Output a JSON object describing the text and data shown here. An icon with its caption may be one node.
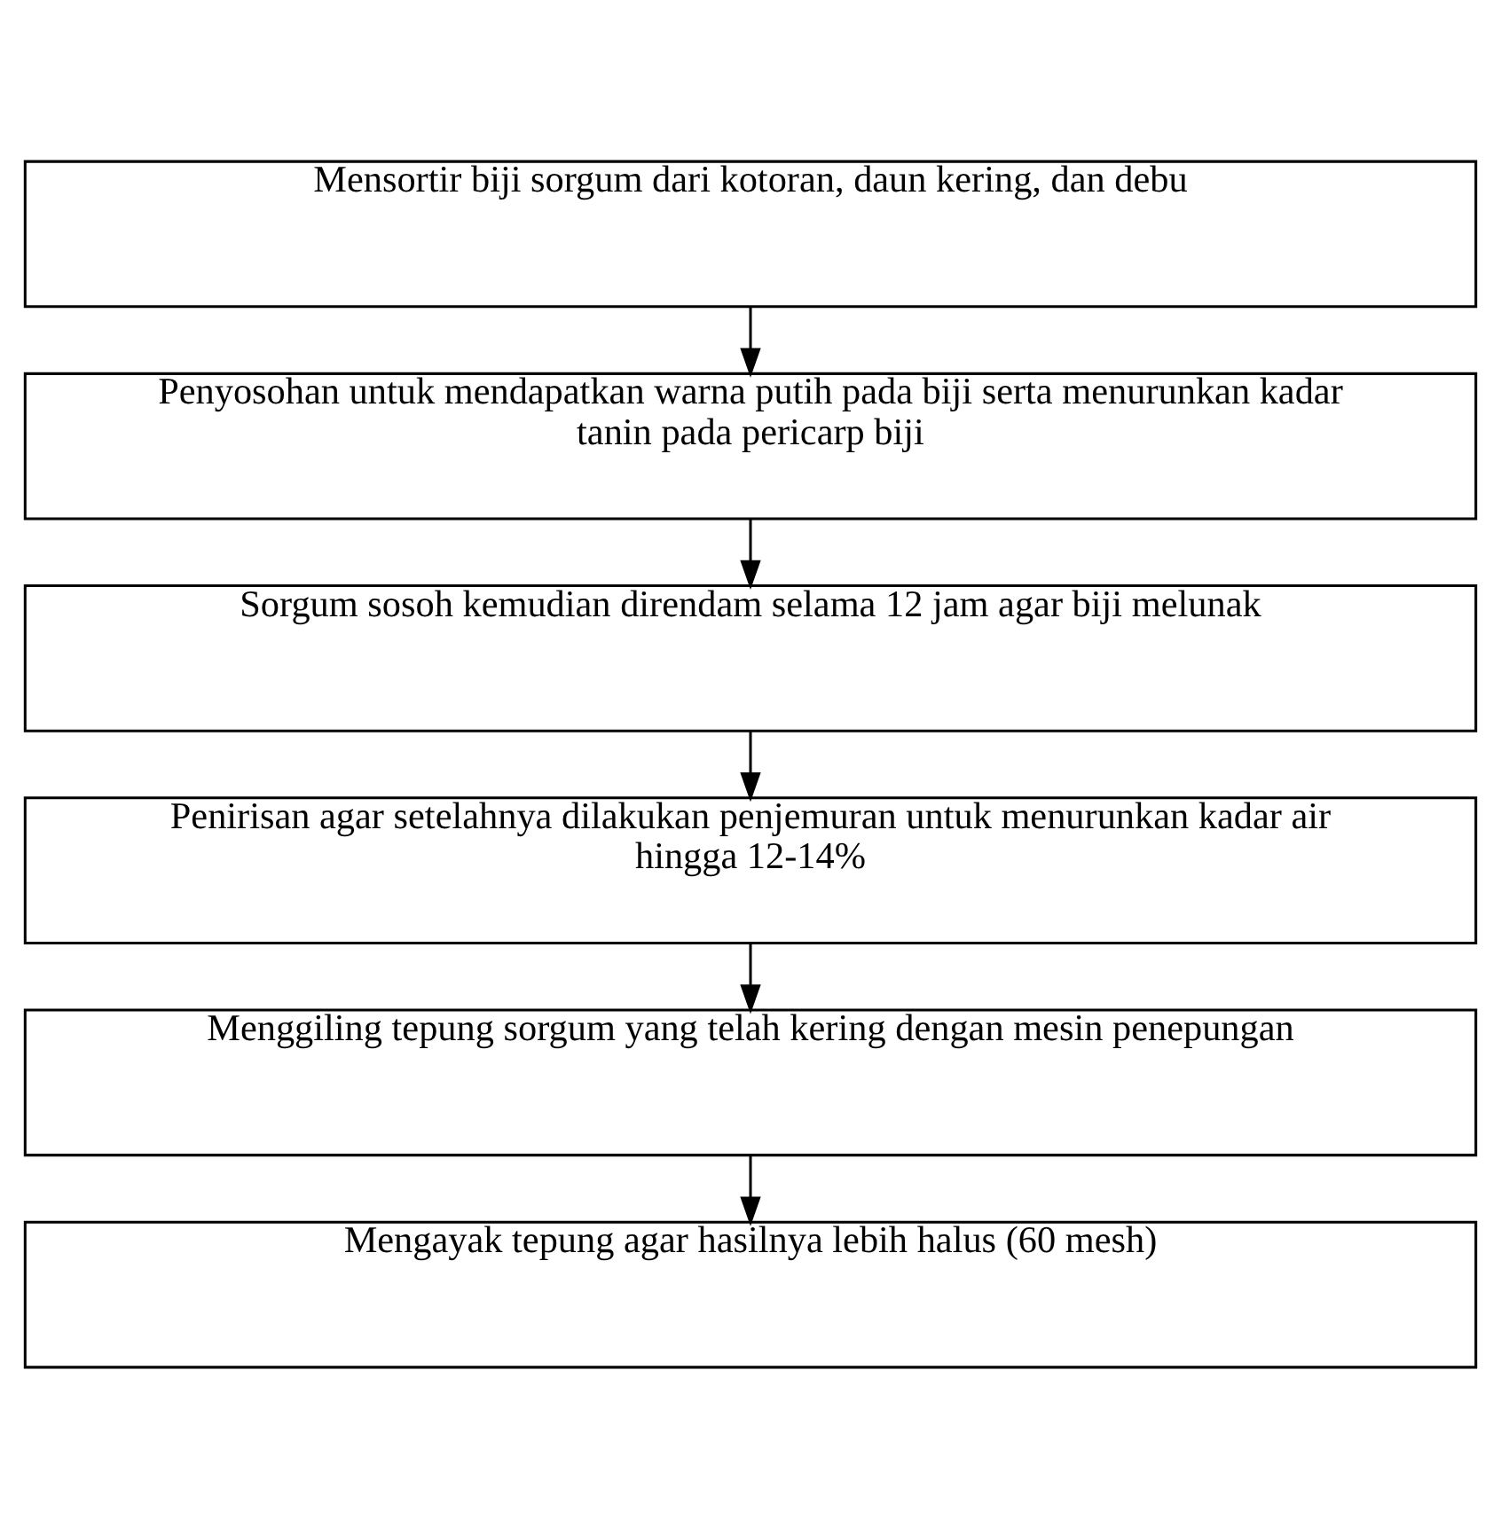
{
  "diagram": {
    "nodes": [
      {
        "text": [
          "Mensortir biji sorgum dari kotoran, daun kering, dan debu"
        ]
      },
      {
        "text": [
          "Penyosohan untuk mendapatkan warna putih pada biji serta menurunkan kadar tanin pada pericarp biji"
        ]
      },
      {
        "text": [
          "Sorgum sosoh kemudian direndam selama 12 jam agar biji melunak"
        ]
      },
      {
        "text": [
          "Penirisan agar setelahnya dilakukan penjemuran untuk menurunkan kadar air hingga 12-14%"
        ]
      },
      {
        "text": [
          "Menggiling tepung sorgum yang telah kering dengan mesin penepungan"
        ]
      },
      {
        "text": [
          "Mengayak tepung agar hasilnya lebih halus (60 mesh)"
        ]
      }
    ],
    "edges": [
      {
        "from": 0,
        "to": 1,
        "arrow": "to"
      },
      {
        "from": 1,
        "to": 2,
        "arrow": "to"
      },
      {
        "from": 2,
        "to": 3,
        "arrow": "to"
      },
      {
        "from": 3,
        "to": 4,
        "arrow": "to"
      },
      {
        "from": 4,
        "to": 5,
        "arrow": "to"
      }
    ]
  }
}
